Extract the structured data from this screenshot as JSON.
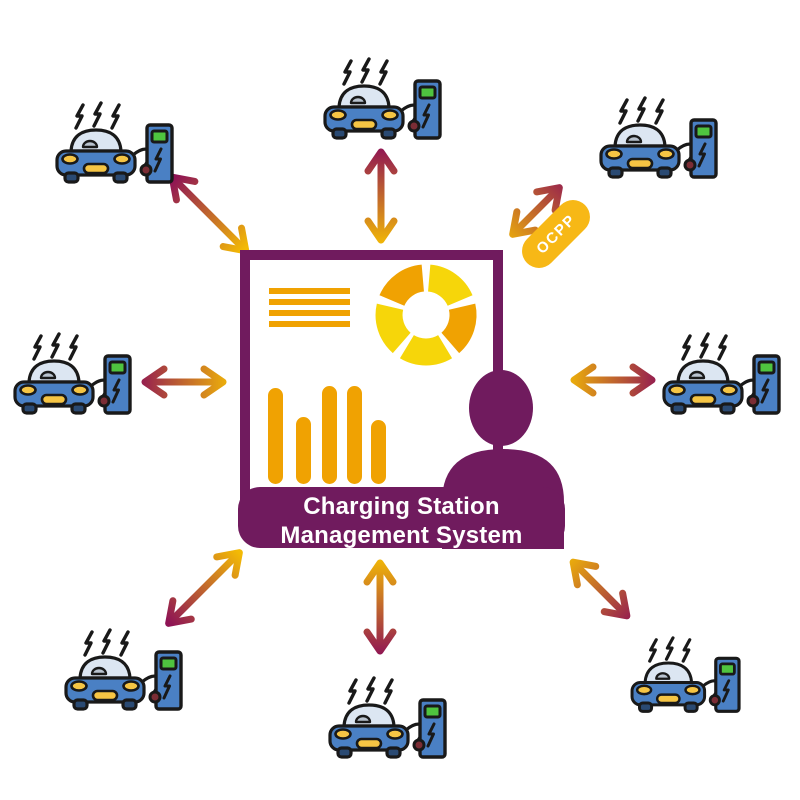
{
  "banner": {
    "line1": "Charging Station",
    "line2": "Management System"
  },
  "protocol_badge": {
    "label": "OCPP"
  },
  "dashboard": {
    "text_lines": 4,
    "bars": [
      96,
      67,
      98,
      98,
      64
    ],
    "donut_segments": [
      "yellow",
      "orange",
      "yellow",
      "yellow",
      "orange"
    ]
  },
  "stations": [
    {
      "id": "top-left"
    },
    {
      "id": "top"
    },
    {
      "id": "top-right"
    },
    {
      "id": "left"
    },
    {
      "id": "right"
    },
    {
      "id": "bottom-left"
    },
    {
      "id": "bottom"
    },
    {
      "id": "bottom-right"
    }
  ],
  "icons": [
    "ev-car-charging-icon",
    "double-arrow-icon",
    "donut-chart-icon",
    "bar-chart-icon",
    "person-icon",
    "presentation-board-icon",
    "lightning-bolt-icon",
    "ocpp-badge"
  ],
  "colors": {
    "purple": "#701B5E",
    "apurple": "#8E1355",
    "ayellow": "#F3BA05",
    "orange": "#F0A202",
    "yellow": "#F6D60A",
    "badge": "#F7B816",
    "blue": "#4A80C4",
    "green": "#4FC43F",
    "glass": "#DCE6F2",
    "lights": "#F6C544",
    "dot": "#7B2D35"
  }
}
